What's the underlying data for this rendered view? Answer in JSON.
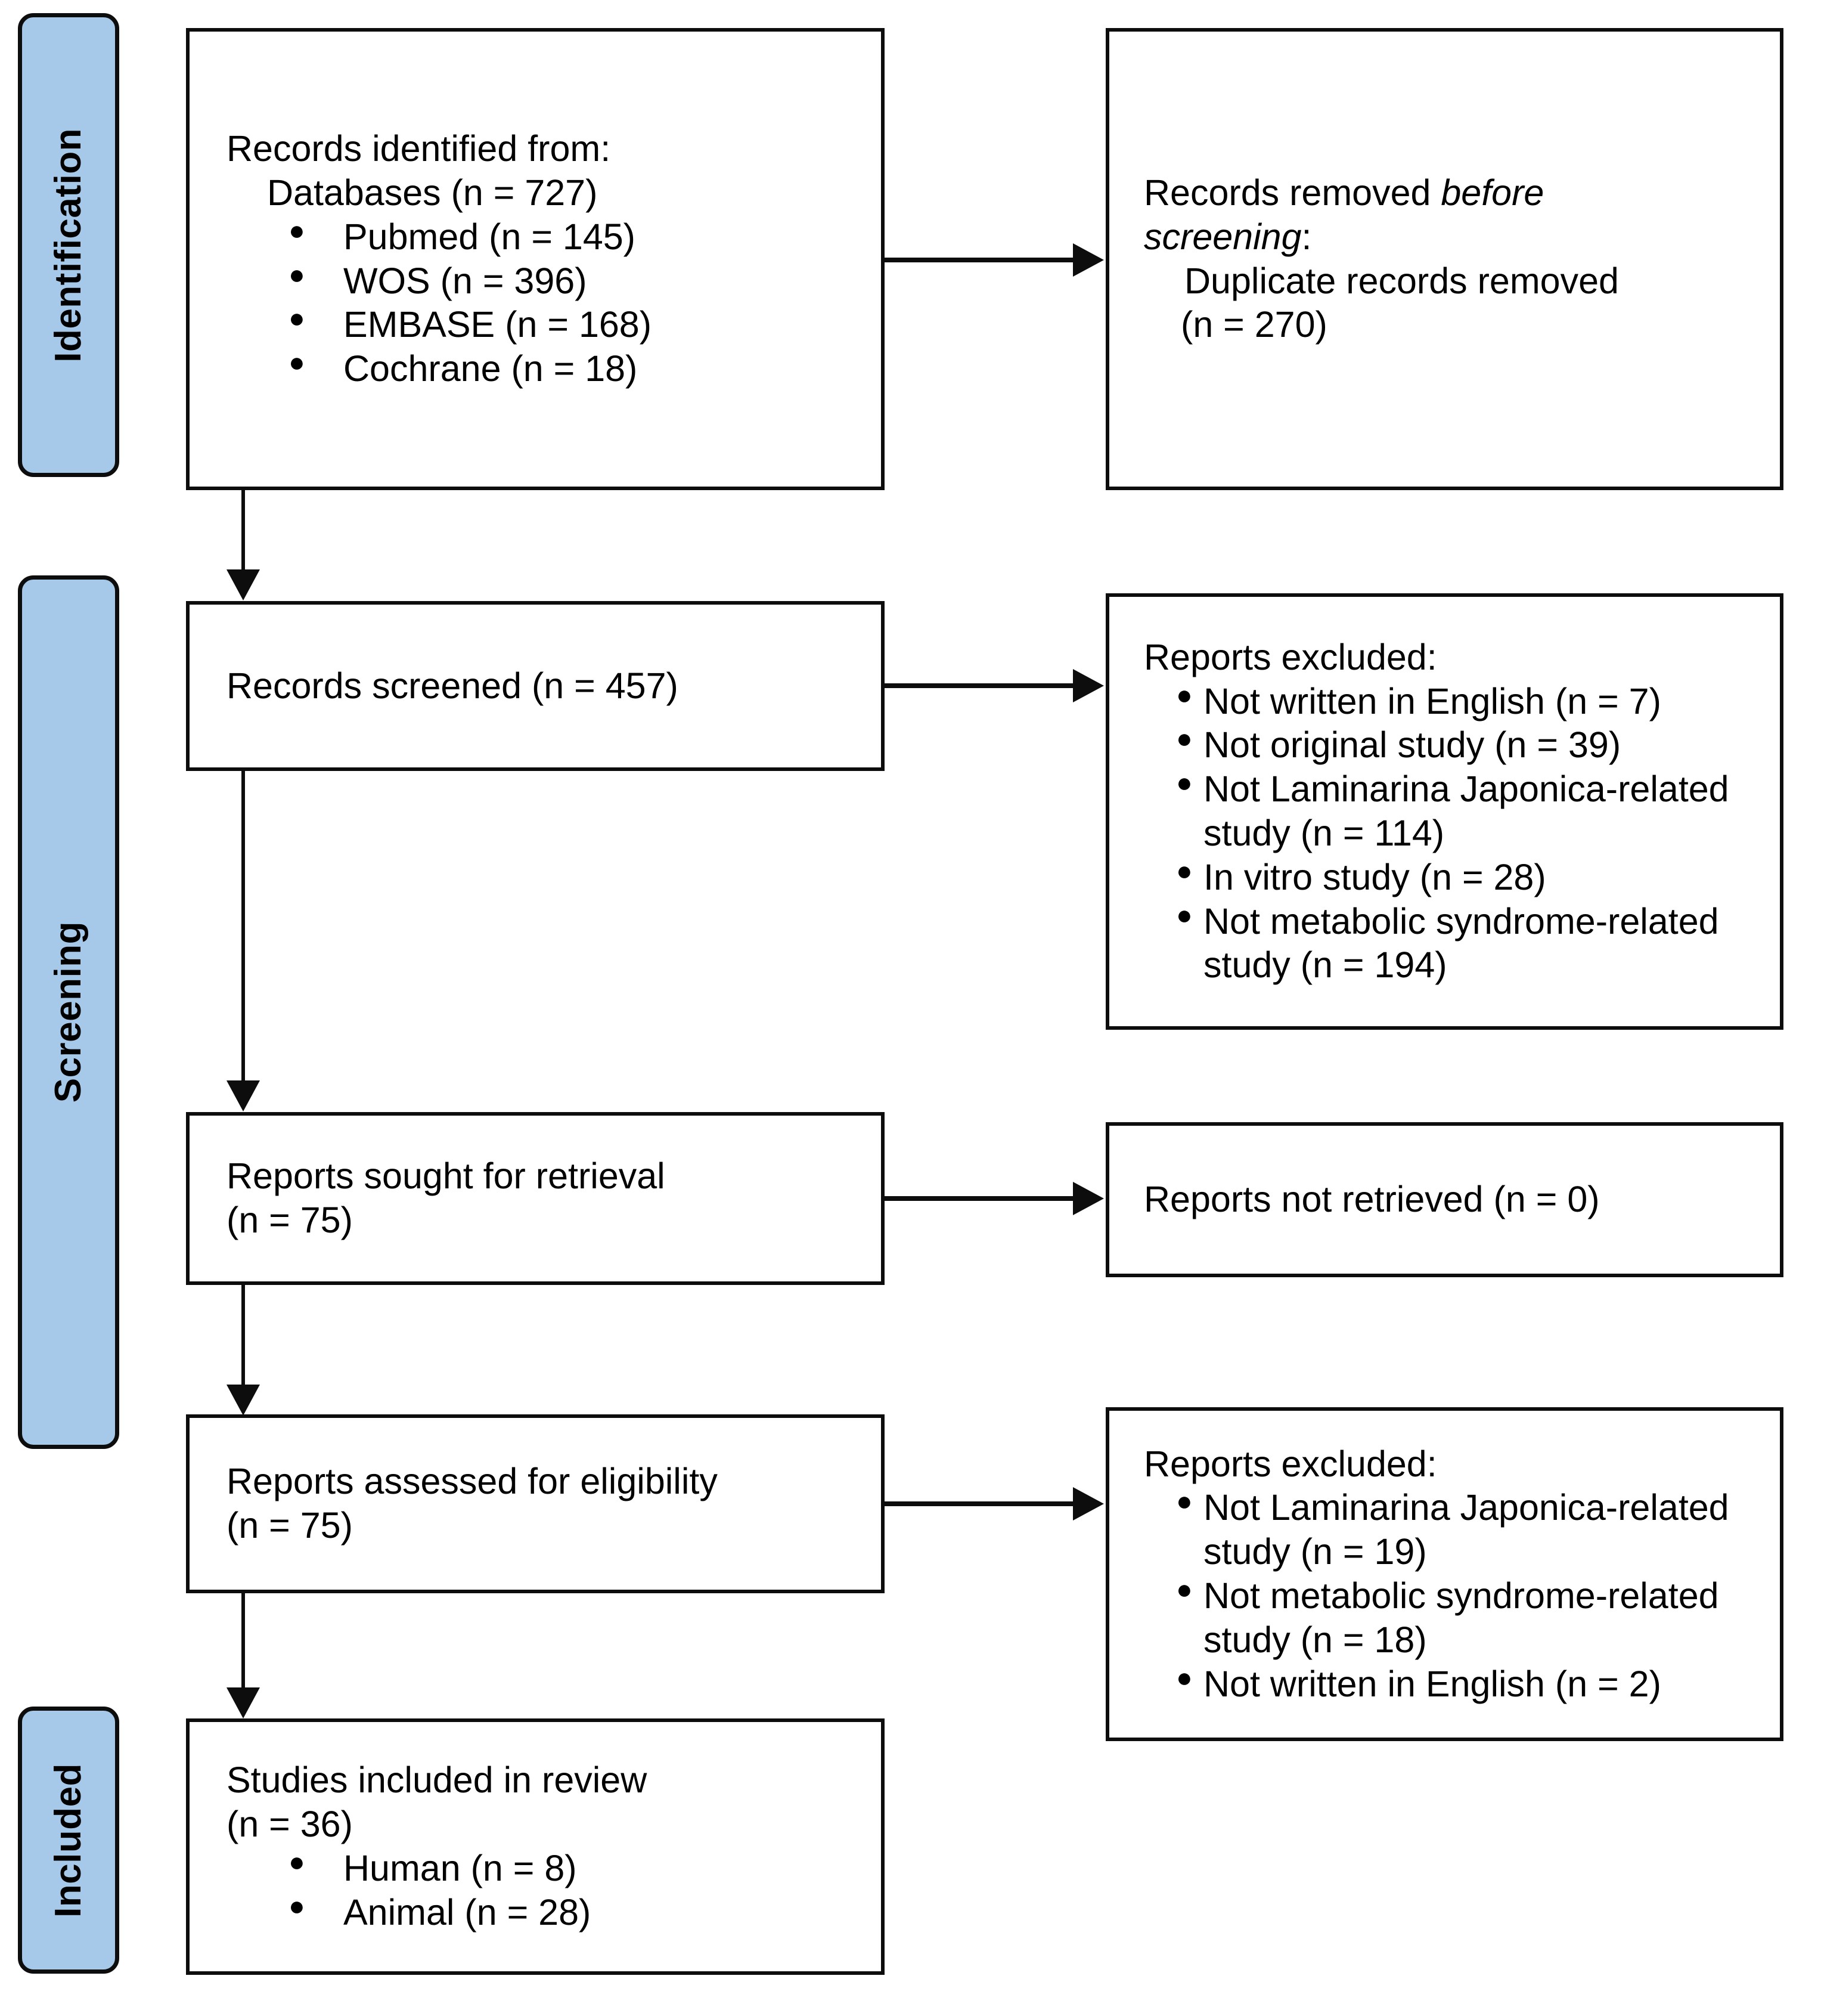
{
  "diagram": {
    "type": "prisma-flow-diagram",
    "accent_color": "#a6c9ea",
    "line_color": "#0d0d0d",
    "background": "#ffffff"
  },
  "stages": [
    {
      "id": "identification",
      "label": "Identification"
    },
    {
      "id": "screening",
      "label": "Screening"
    },
    {
      "id": "included",
      "label": "Included"
    }
  ],
  "boxes": {
    "records_identified": {
      "title": "Records identified from:",
      "subtitle": "Databases (n = 727)",
      "items": [
        "Pubmed (n = 145)",
        "WOS (n = 396)",
        "EMBASE (n = 168)",
        "Cochrane (n = 18)"
      ]
    },
    "records_removed": {
      "line1_plain": "Records removed ",
      "line1_italic": "before",
      "line2_italic": "screening",
      "line2_plain": ":",
      "sub_line1": "Duplicate records removed",
      "sub_line2": "(n = 270)"
    },
    "records_screened": {
      "text": "Records screened (n = 457)"
    },
    "reports_excluded_screening": {
      "title": "Reports excluded:",
      "items": [
        "Not written in English (n = 7)",
        "Not original study (n = 39)",
        "Not Laminarina Japonica-related study (n = 114)",
        "In vitro study (n = 28)",
        "Not metabolic syndrome-related study (n = 194)"
      ]
    },
    "reports_sought": {
      "line1": "Reports sought for retrieval",
      "line2": "(n = 75)"
    },
    "reports_not_retrieved": {
      "text": "Reports not retrieved (n = 0)"
    },
    "reports_assessed": {
      "line1": "Reports assessed for eligibility",
      "line2": "(n = 75)"
    },
    "reports_excluded_eligibility": {
      "title": "Reports excluded:",
      "items": [
        "Not Laminarina Japonica-related study (n = 19)",
        "Not metabolic syndrome-related study (n = 18)",
        "Not written in English (n = 2)"
      ]
    },
    "studies_included": {
      "line1": "Studies included in review",
      "line2": "(n = 36)",
      "items": [
        "Human (n = 8)",
        "Animal (n = 28)"
      ]
    }
  }
}
